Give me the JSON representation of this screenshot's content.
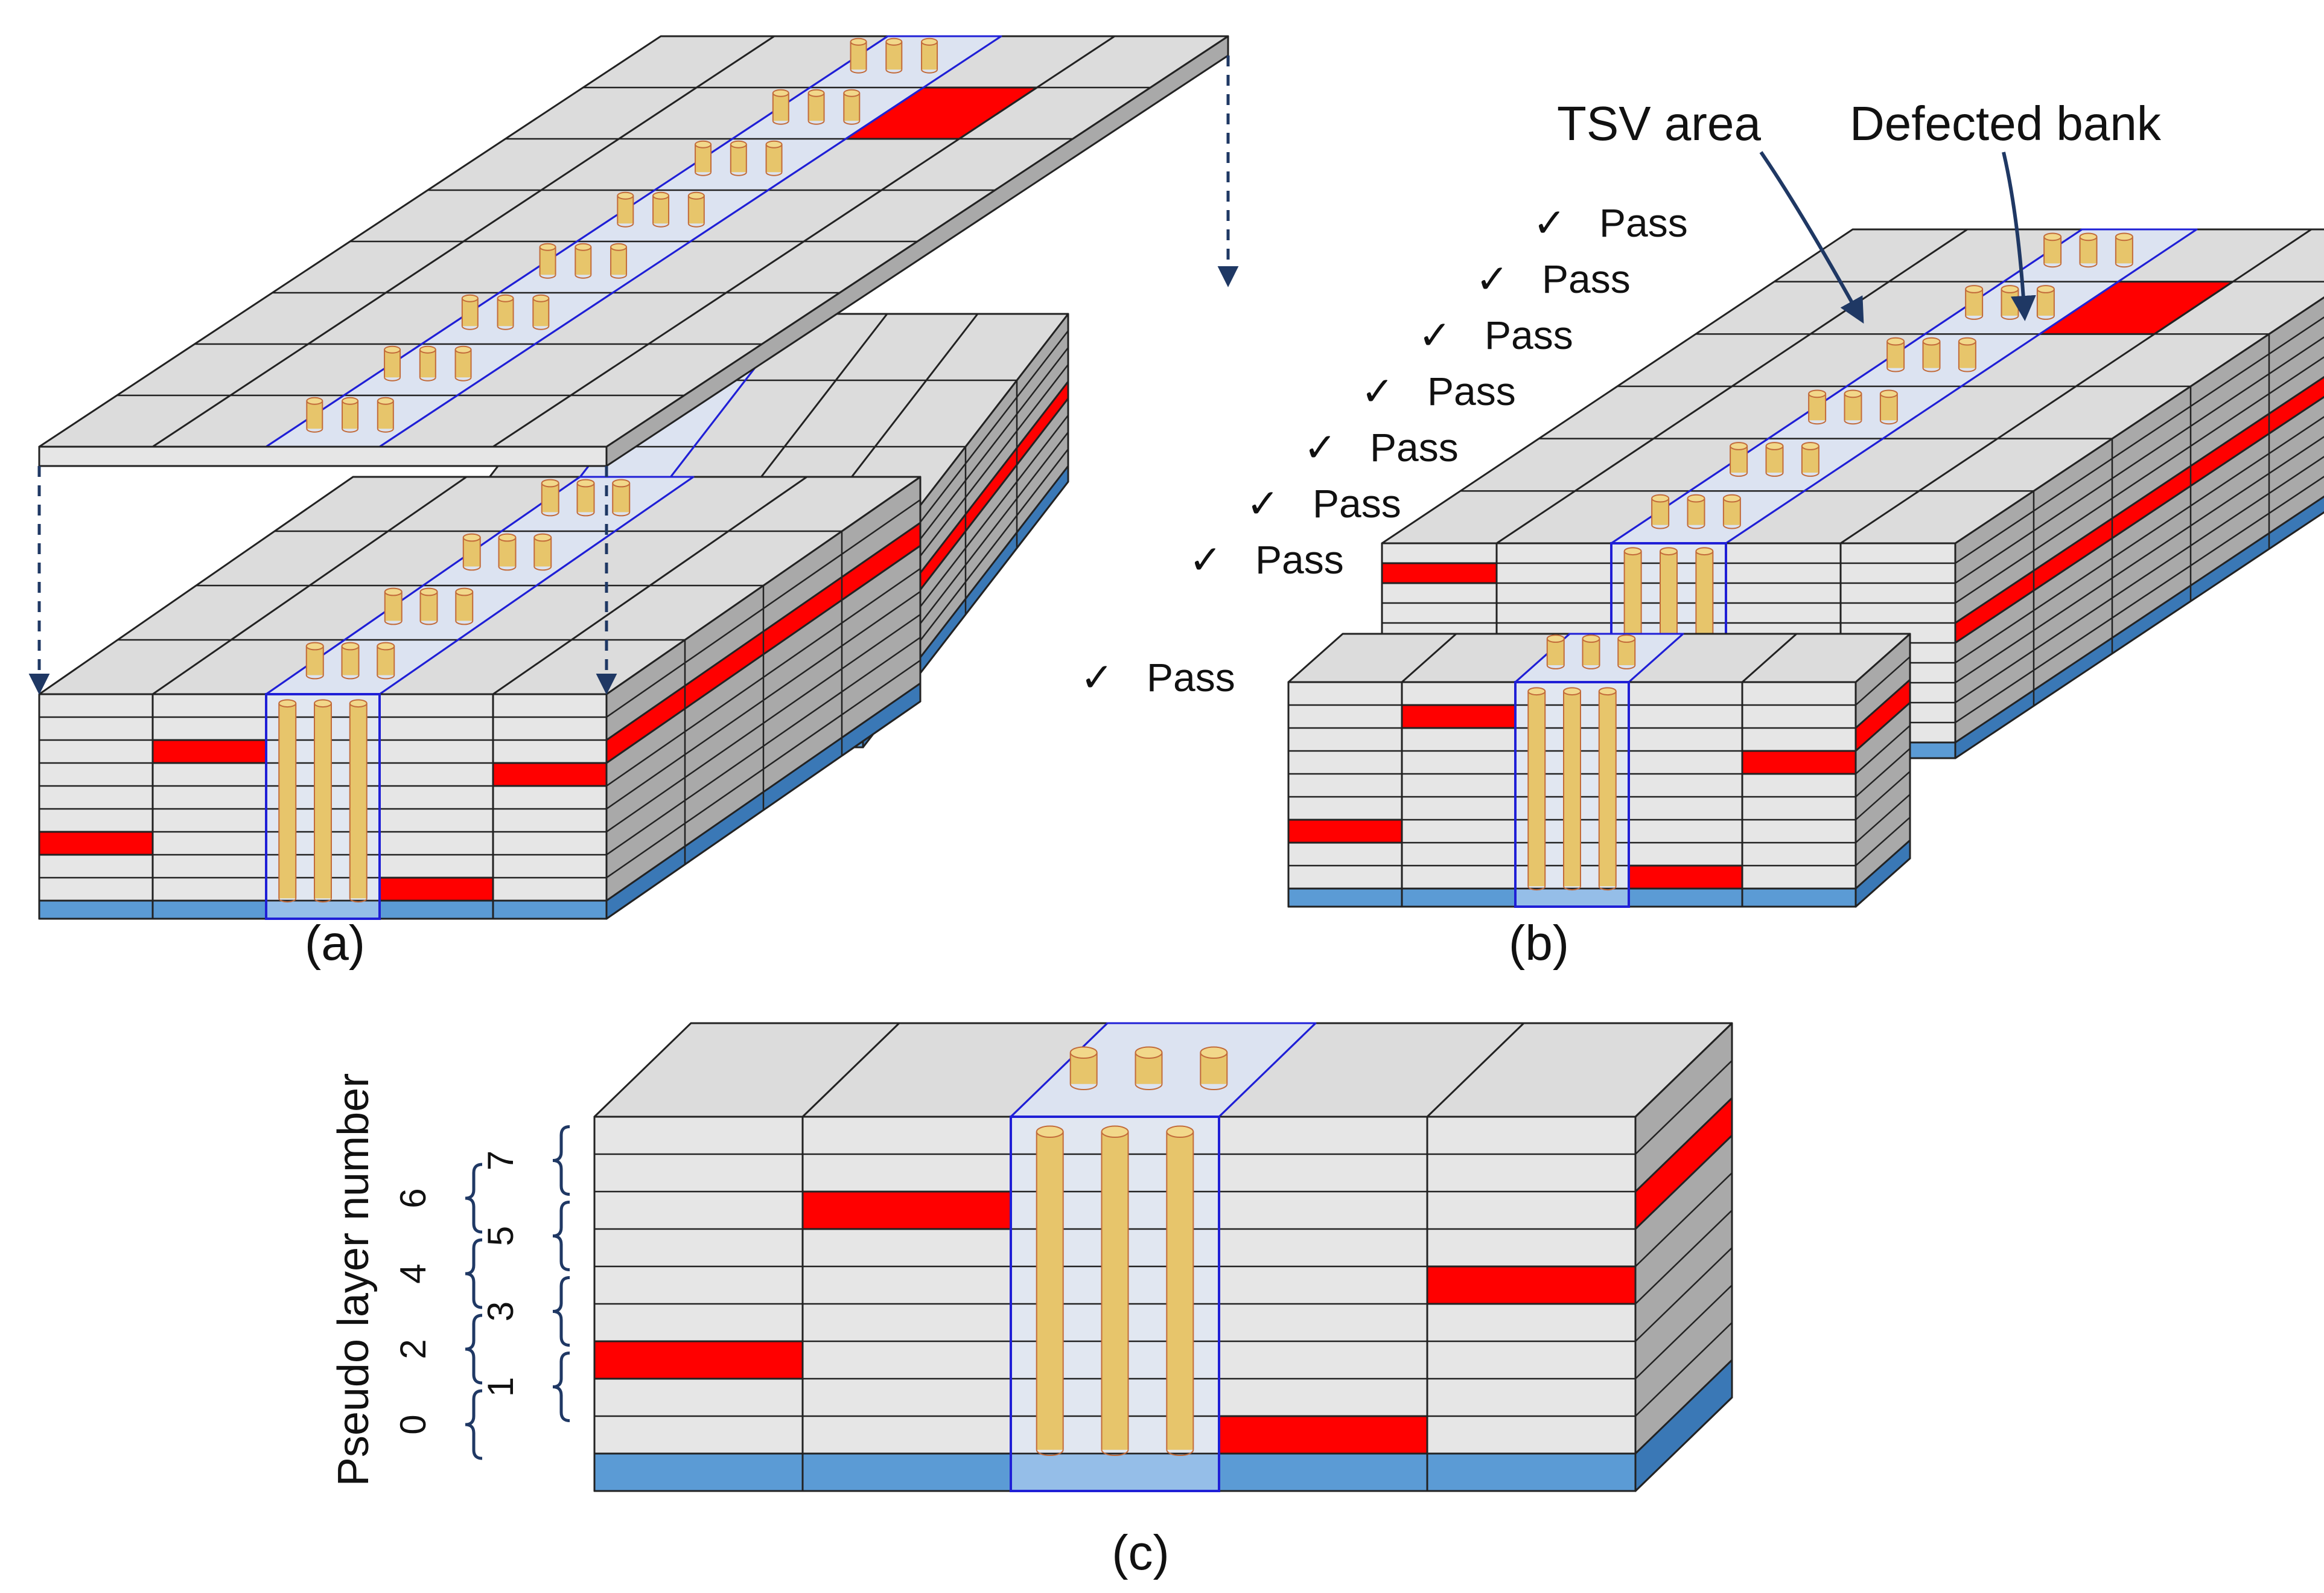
{
  "colors": {
    "bank_top": "#dcdcdc",
    "bank_front": "#e6e6e6",
    "bank_side": "#a9a9a9",
    "defect": "#ff0000",
    "defect_side": "#c40000",
    "tsv_fill": "#dce8ff",
    "tsv_stroke": "#1f1fd6",
    "pillar": "#e7c56b",
    "pillar_stroke": "#c26b3a",
    "base_blue": "#5b9bd5",
    "base_blue_dark": "#3a78b6",
    "arrow": "#1f3864",
    "outline": "#222222"
  },
  "panels": {
    "a": {
      "label": "(a)"
    },
    "b": {
      "label": "(b)",
      "tsv_label": "TSV area",
      "defect_label": "Defected bank",
      "check_symbol": "✓",
      "pass_items": [
        "Pass",
        "Pass",
        "Pass",
        "Pass",
        "Pass",
        "Pass",
        "Pass",
        "Pass"
      ]
    },
    "c": {
      "label": "(c)",
      "axis_title": "Pseudo layer  number",
      "pseudo_layers": [
        "0",
        "1",
        "2",
        "3",
        "4",
        "5",
        "6",
        "7"
      ]
    }
  }
}
